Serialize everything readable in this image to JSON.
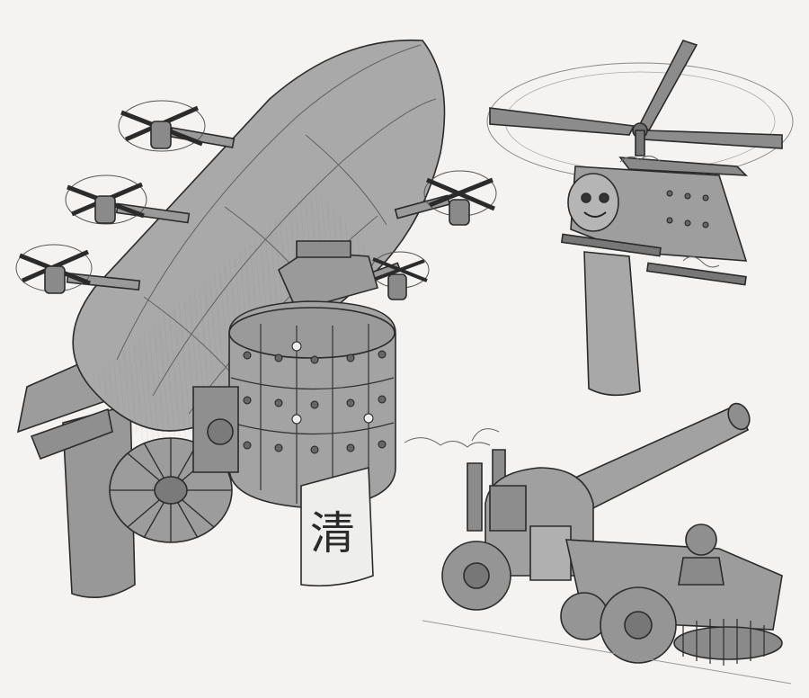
{
  "artwork": {
    "banner_text": "清",
    "colors": {
      "paper": "#f4f3f1",
      "ink": "#2b2b2b",
      "shade_light": "#a9a9a9",
      "shade_mid": "#8f8f8f",
      "shade_dark": "#6f6f6f"
    },
    "subjects": [
      "airship",
      "rotor-locomotive",
      "steam-tractor-cannon"
    ]
  }
}
